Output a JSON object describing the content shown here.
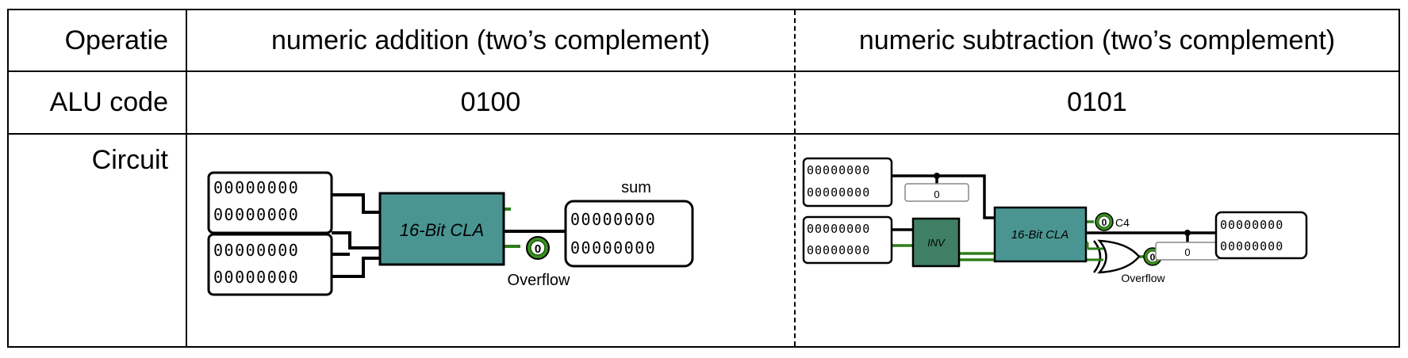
{
  "table": {
    "row_labels": {
      "operation": "Operatie",
      "alu_code": "ALU code",
      "circuit": "Circuit"
    },
    "columns": [
      {
        "operation": "numeric addition (two’s complement)",
        "alu_code": "0100",
        "circuit": {
          "input_a_row1": "00000000",
          "input_a_row2": "00000000",
          "input_b_row1": "00000000",
          "input_b_row2": "00000000",
          "adder_label": "16-Bit CLA",
          "sum_label": "sum",
          "sum_row1": "00000000",
          "sum_row2": "00000000",
          "overflow_led": "0",
          "overflow_label": "Overflow"
        }
      },
      {
        "operation": "numeric subtraction (two’s complement)",
        "alu_code": "0101",
        "circuit": {
          "input_a_row1": "00000000",
          "input_a_row2": "00000000",
          "const_value": "0",
          "input_b_row1": "00000000",
          "input_b_row2": "00000000",
          "inverter_label": "INV",
          "adder_label": "16-Bit CLA",
          "carry_led": "0",
          "carry_label": "C4",
          "probe_value": "0",
          "output_row1": "00000000",
          "output_row2": "00000000",
          "overflow_led": "0",
          "overflow_label": "Overflow"
        }
      }
    ]
  },
  "colors": {
    "adder_fill": "#4a9592",
    "inverter_fill": "#3f7f66",
    "led_green": "#3a8f1e",
    "wire_green": "#2e7d1a",
    "wire_black": "#000000"
  }
}
